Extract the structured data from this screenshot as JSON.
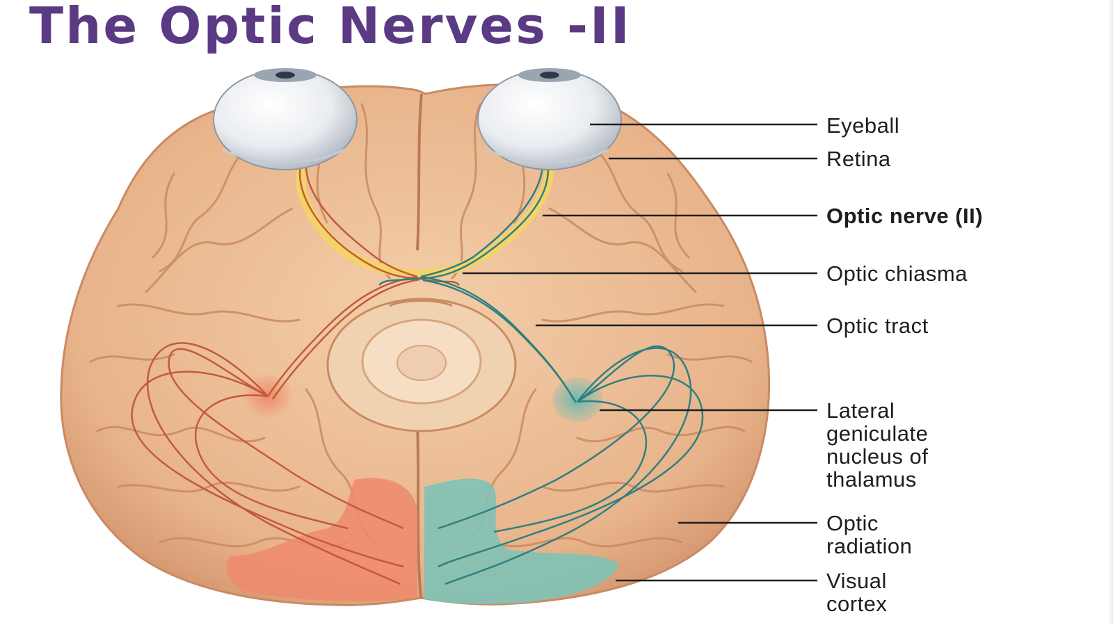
{
  "title": "The Optic Nerves -II",
  "labels": {
    "eyeball": "Eyeball",
    "retina": "Retina",
    "optic_nerve": "Optic nerve (II)",
    "optic_chiasma": "Optic chiasma",
    "optic_tract": "Optic tract",
    "lgn": "Lateral\ngeniculate\nnucleus of\nthalamus",
    "optic_radiation": "Optic\nradiation",
    "visual_cortex": "Visual\ncortex"
  },
  "colors": {
    "title": "#5b3a84",
    "brain": "#eab98f",
    "brain_shadow": "#c98a63",
    "left_pathway": "#c25a3a",
    "right_pathway": "#2f7f7f",
    "optic_nerve_sheath": "#f3d36a",
    "left_cortex": "#ee8a6c",
    "right_cortex": "#7fc2b6",
    "leader_line": "#1e1e1e"
  }
}
